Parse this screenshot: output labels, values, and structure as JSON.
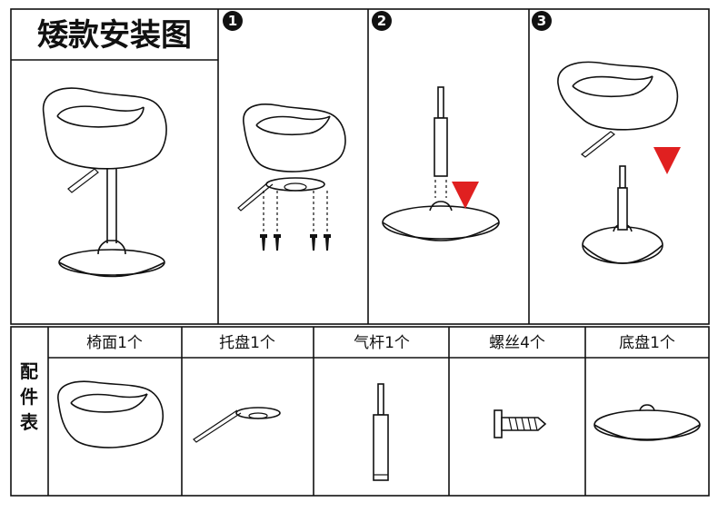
{
  "title": "矮款安装图",
  "steps": [
    "1",
    "2",
    "3"
  ],
  "parts_label": [
    "配",
    "件",
    "表"
  ],
  "parts": [
    {
      "label": "椅面1个",
      "icon": "seat-icon"
    },
    {
      "label": "托盘1个",
      "icon": "tray-lever-icon"
    },
    {
      "label": "气杆1个",
      "icon": "gas-lift-icon"
    },
    {
      "label": "螺丝4个",
      "icon": "screw-icon"
    },
    {
      "label": "底盘1个",
      "icon": "base-plate-icon"
    }
  ],
  "colors": {
    "line": "#111111",
    "arrow": "#e02020",
    "background": "#ffffff"
  }
}
